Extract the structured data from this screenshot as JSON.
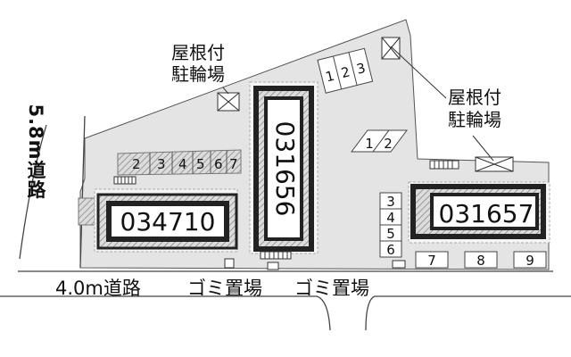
{
  "roads": {
    "left_road": "5.8m道路",
    "bottom_road": "4.0m道路"
  },
  "garbage": {
    "left": "ゴミ置場",
    "right": "ゴミ置場"
  },
  "bike_shelter": {
    "line1": "屋根付",
    "line2": "駐輪場"
  },
  "buildings": {
    "left": "034710",
    "center": "031656",
    "right": "031657"
  },
  "parking": {
    "top_row": [
      "1",
      "2",
      "3"
    ],
    "diagonal": [
      "1",
      "2"
    ],
    "left_row": [
      "2",
      "3",
      "4",
      "5",
      "6",
      "7"
    ],
    "right_column": [
      "3",
      "4",
      "5",
      "6"
    ],
    "bottom_row": [
      "7",
      "8",
      "9"
    ]
  },
  "colors": {
    "lot": "#e4e4e4",
    "outline": "#444444",
    "building": "#222222",
    "hatch": "#8c8c8c"
  }
}
